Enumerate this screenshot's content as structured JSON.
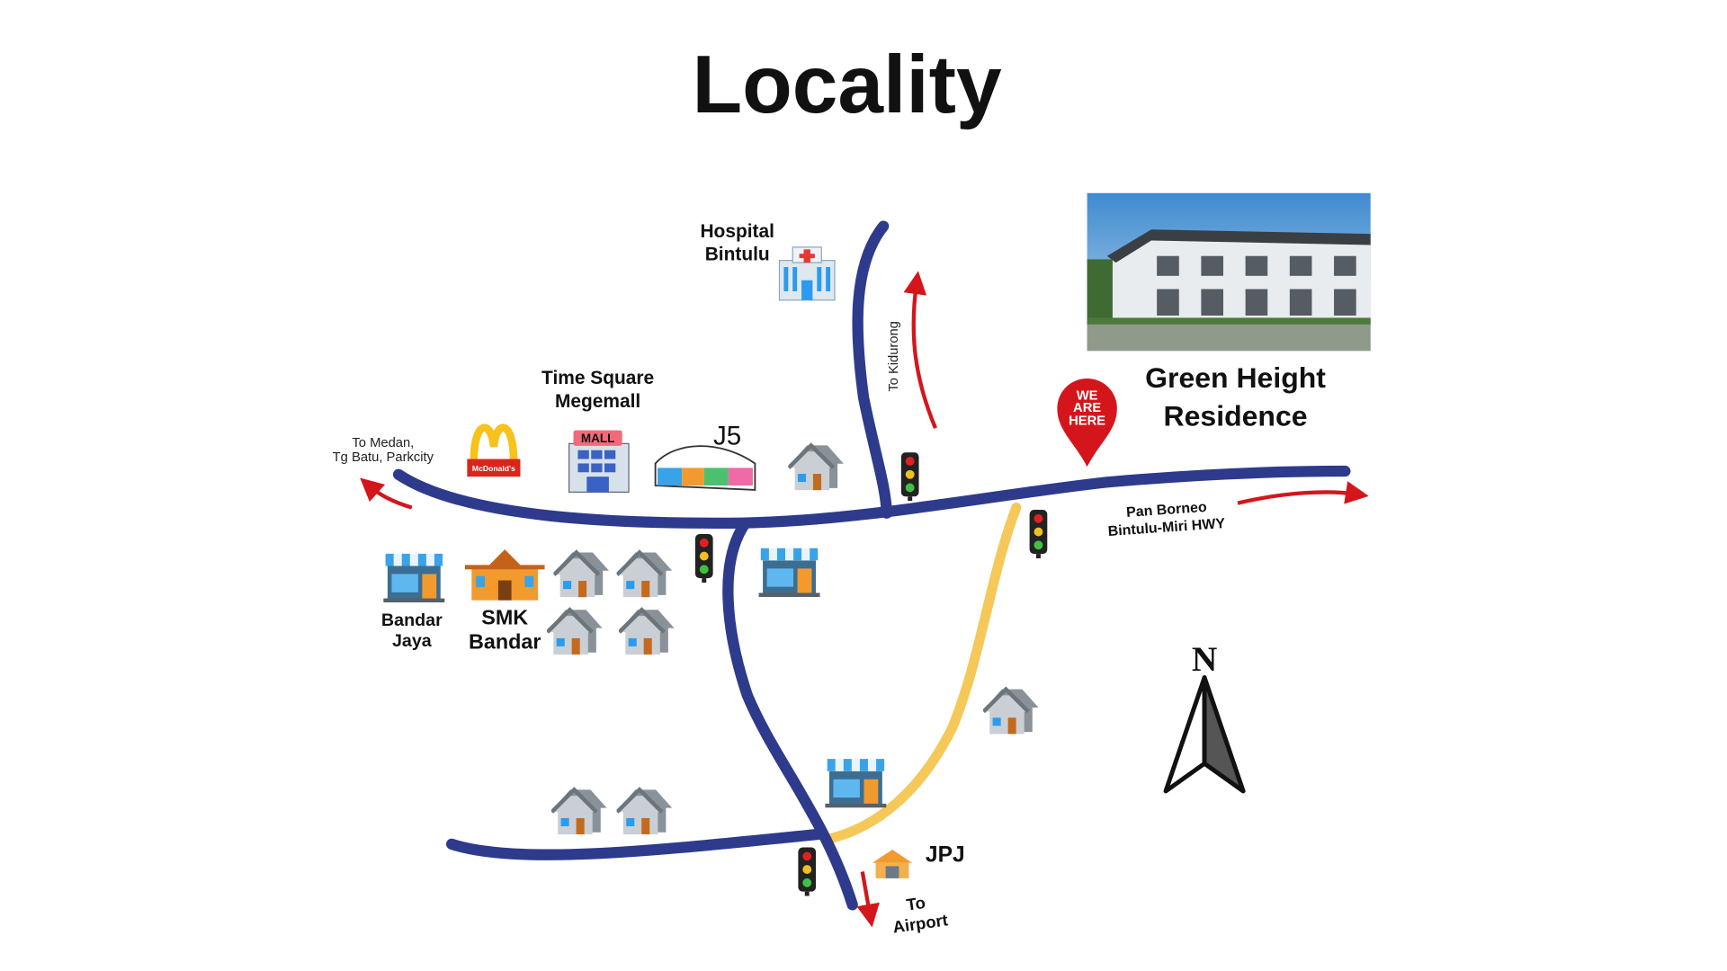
{
  "title": "Locality",
  "colors": {
    "road": "#2e3a8c",
    "secondary_road": "#f5c85a",
    "arrow": "#d4161c",
    "pin": "#d4161c"
  },
  "property": {
    "name_line1": "Green Height",
    "name_line2": "Residence",
    "pin_lines": [
      "WE",
      "ARE",
      "HERE"
    ]
  },
  "landmarks": {
    "hospital": [
      "Hospital",
      "Bintulu"
    ],
    "time_square": [
      "Time Square",
      "Megemall"
    ],
    "j5": "J5",
    "mall_sign": "MALL",
    "mcdonalds": "McDonald's",
    "bandar_jaya": [
      "Bandar",
      "Jaya"
    ],
    "smk_bandar": [
      "SMK",
      "Bandar"
    ],
    "jpj": "JPJ"
  },
  "directions": {
    "kidurong": "To Kidurong",
    "medan": [
      "To Medan,",
      "Tg Batu, Parkcity"
    ],
    "highway": [
      "Pan Borneo",
      "Bintulu-Miri HWY"
    ],
    "airport": [
      "To",
      "Airport"
    ]
  },
  "compass": "N"
}
